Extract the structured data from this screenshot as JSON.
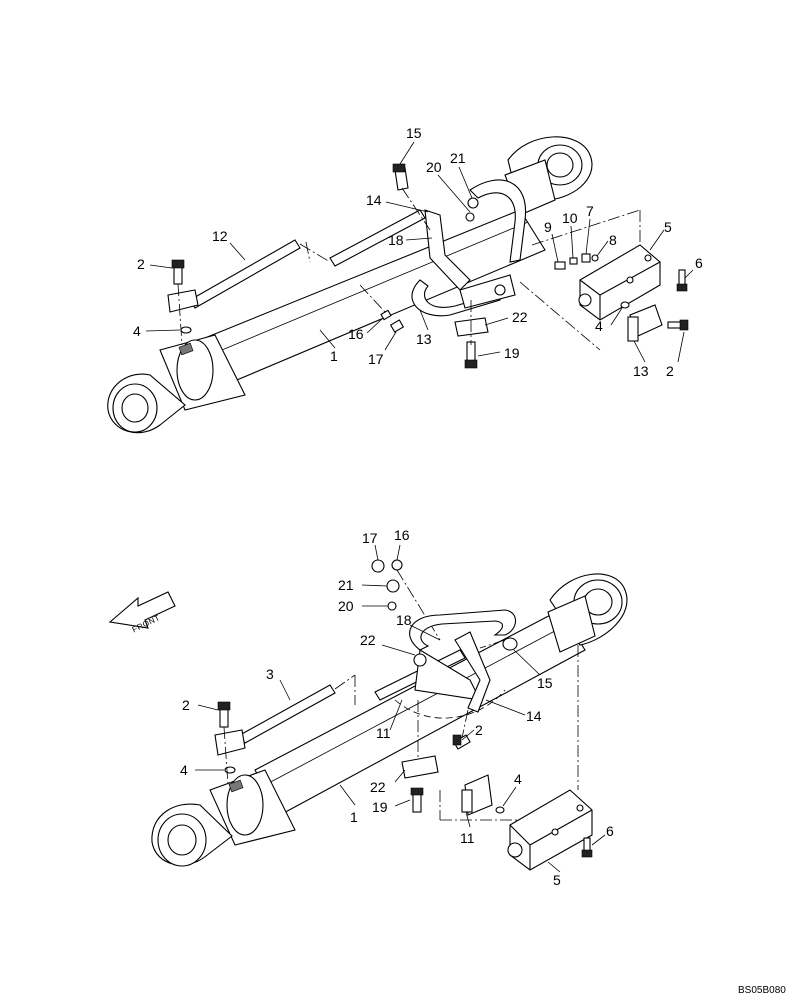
{
  "drawing_code": "BS05B080",
  "front_arrow_label": "FRONT",
  "upper_callouts": [
    {
      "id": "u15",
      "text": "15"
    },
    {
      "id": "u20",
      "text": "20"
    },
    {
      "id": "u21",
      "text": "21"
    },
    {
      "id": "u14",
      "text": "14"
    },
    {
      "id": "u18",
      "text": "18"
    },
    {
      "id": "u12",
      "text": "12"
    },
    {
      "id": "u2a",
      "text": "2"
    },
    {
      "id": "u4a",
      "text": "4"
    },
    {
      "id": "u16",
      "text": "16"
    },
    {
      "id": "u17",
      "text": "17"
    },
    {
      "id": "u1",
      "text": "1"
    },
    {
      "id": "u13a",
      "text": "13"
    },
    {
      "id": "u19",
      "text": "19"
    },
    {
      "id": "u22",
      "text": "22"
    },
    {
      "id": "u9",
      "text": "9"
    },
    {
      "id": "u10",
      "text": "10"
    },
    {
      "id": "u7",
      "text": "7"
    },
    {
      "id": "u8",
      "text": "8"
    },
    {
      "id": "u5",
      "text": "5"
    },
    {
      "id": "u6",
      "text": "6"
    },
    {
      "id": "u4b",
      "text": "4"
    },
    {
      "id": "u13b",
      "text": "13"
    },
    {
      "id": "u2b",
      "text": "2"
    }
  ],
  "lower_callouts": [
    {
      "id": "l17",
      "text": "17"
    },
    {
      "id": "l16",
      "text": "16"
    },
    {
      "id": "l21",
      "text": "21"
    },
    {
      "id": "l20",
      "text": "20"
    },
    {
      "id": "l18",
      "text": "18"
    },
    {
      "id": "l22a",
      "text": "22"
    },
    {
      "id": "l15",
      "text": "15"
    },
    {
      "id": "l3",
      "text": "3"
    },
    {
      "id": "l2a",
      "text": "2"
    },
    {
      "id": "l11a",
      "text": "11"
    },
    {
      "id": "l14",
      "text": "14"
    },
    {
      "id": "l2b",
      "text": "2"
    },
    {
      "id": "l4a",
      "text": "4"
    },
    {
      "id": "l22b",
      "text": "22"
    },
    {
      "id": "l4b",
      "text": "4"
    },
    {
      "id": "l19",
      "text": "19"
    },
    {
      "id": "l1",
      "text": "1"
    },
    {
      "id": "l11b",
      "text": "11"
    },
    {
      "id": "l6",
      "text": "6"
    },
    {
      "id": "l5",
      "text": "5"
    }
  ]
}
